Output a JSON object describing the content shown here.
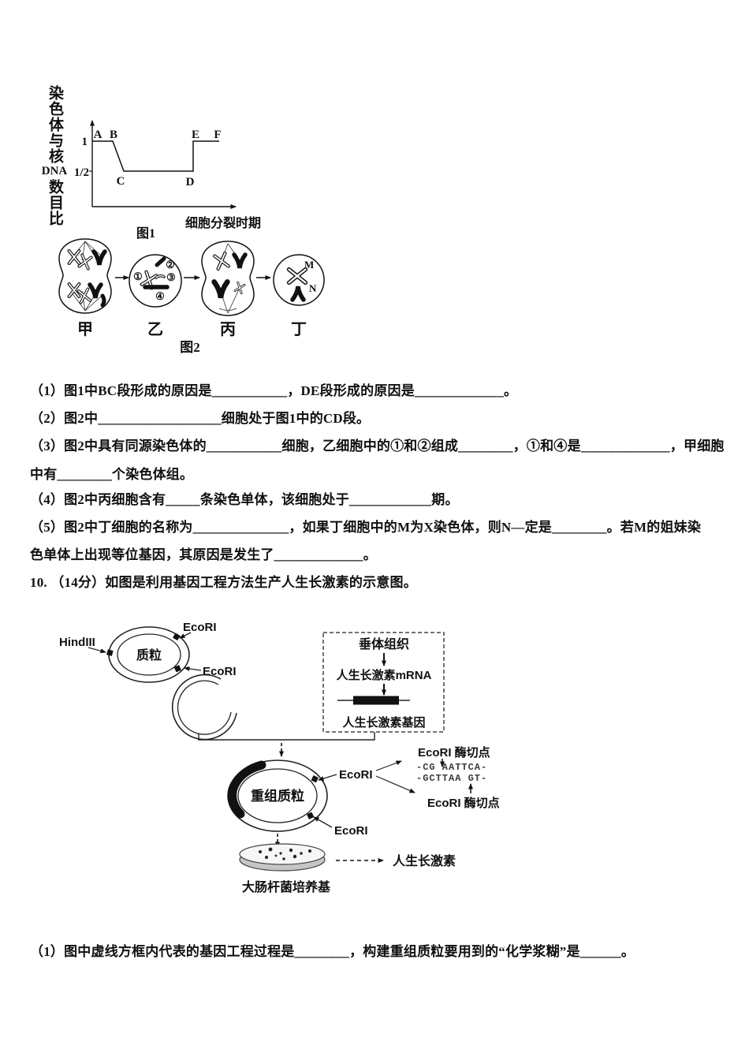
{
  "figure1": {
    "y_axis_label_part1": "染色体与核",
    "y_axis_label_part2": "DNA",
    "y_axis_label_part3": "数目比",
    "tick_1": "1",
    "tick_half": "1/2",
    "label_A": "A",
    "label_B": "B",
    "label_C": "C",
    "label_D": "D",
    "label_E": "E",
    "label_F": "F",
    "x_axis_label": "细胞分裂时期",
    "caption": "图1",
    "chart_data": {
      "type": "line",
      "x": [
        "A",
        "B",
        "C",
        "D",
        "E",
        "F"
      ],
      "values": [
        1,
        1,
        0.5,
        0.5,
        1,
        1
      ],
      "ylabel": "染色体与核DNA数目比",
      "xlabel": "细胞分裂时期",
      "y_ticks": [
        "1/2",
        "1"
      ],
      "ylim": [
        0,
        1.3
      ],
      "grid": false,
      "note": "AB段为1，BC段由1降至1/2，CD段为1/2，DE段由1/2升至1，EF段为1"
    }
  },
  "figure2": {
    "cells": [
      "甲",
      "乙",
      "丙",
      "丁"
    ],
    "numbered_chromosomes": [
      "①",
      "②",
      "③",
      "④"
    ],
    "letter_M": "M",
    "letter_N": "N",
    "caption": "图2"
  },
  "question9": {
    "line1": "（1）图1中BC段形成的原因是___________，DE段形成的原因是_____________。",
    "line2": "（2）图2中__________________细胞处于图1中的CD段。",
    "line3": "（3）图2中具有同源染色体的___________细胞，乙细胞中的①和②组成________，①和④是_____________，甲细胞",
    "line4": "中有________个染色体组。",
    "line5": "（4）图2中丙细胞含有_____条染色单体，该细胞处于____________期。",
    "line6": "（5）图2中丁细胞的名称为______________，如果丁细胞中的M为X染色体，则N—定是________。若M的姐妹染",
    "line7": "色单体上出现等位基因，其原因是发生了_____________。"
  },
  "question10": {
    "intro": "10. （14分）如图是利用基因工程方法生产人生长激素的示意图。",
    "sub1": "（1）图中虚线方框内代表的基因工程过程是________，构建重组质粒要用到的“化学浆糊”是______。"
  },
  "figure3": {
    "hind3_label": "HindIII",
    "ecoRI_label": "EcoRI",
    "plasmid_label": "质粒",
    "box_step1": "垂体组织",
    "box_step2": "人生长激素mRNA",
    "box_step3": "人生长激素基因",
    "recombinant_label": "重组质粒",
    "cut_site_label": "EcoRI 酶切点",
    "seq_top": "-CG AATTCA-",
    "seq_bottom": "-GCTTAA GT-",
    "dish_label": "大肠杆菌培养基",
    "product_label": "人生长激素"
  }
}
